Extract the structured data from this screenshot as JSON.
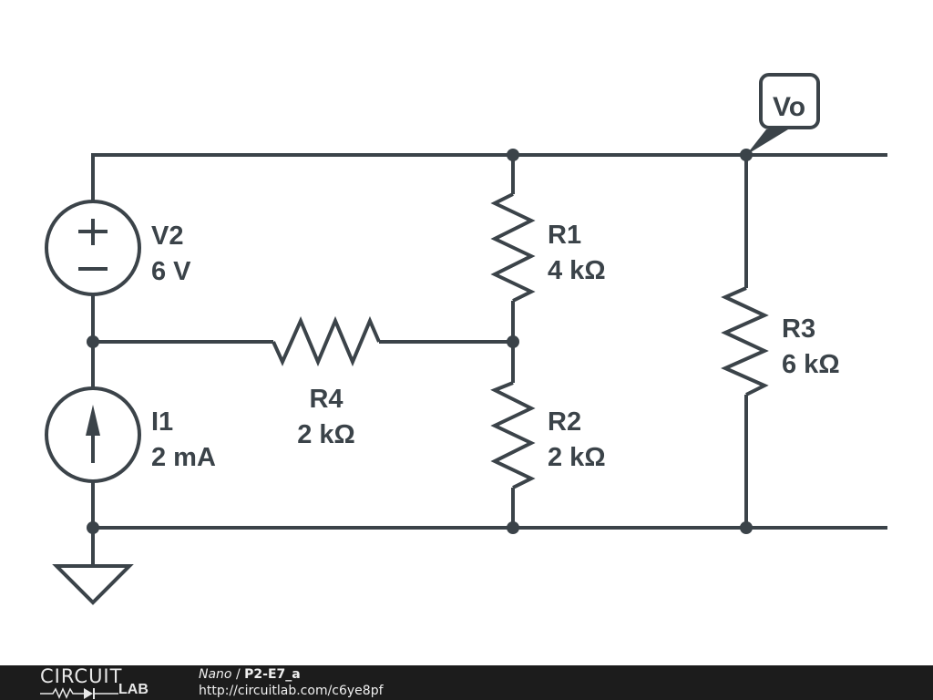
{
  "schematic": {
    "components": [
      {
        "id": "V2",
        "type": "voltage-source",
        "name": "V2",
        "value": "6 V"
      },
      {
        "id": "I1",
        "type": "current-source",
        "name": "I1",
        "value": "2 mA"
      },
      {
        "id": "R1",
        "type": "resistor",
        "name": "R1",
        "value": "4 kΩ"
      },
      {
        "id": "R2",
        "type": "resistor",
        "name": "R2",
        "value": "2 kΩ"
      },
      {
        "id": "R3",
        "type": "resistor",
        "name": "R3",
        "value": "6 kΩ"
      },
      {
        "id": "R4",
        "type": "resistor",
        "name": "R4",
        "value": "2 kΩ"
      }
    ],
    "probe": {
      "label": "Vo"
    },
    "ground": {
      "symbol": "ground-icon"
    }
  },
  "footer": {
    "logo_top": "CIRCUIT",
    "logo_bottom": "LAB",
    "user": "Nano",
    "separator": " / ",
    "title": "P2-E7_a",
    "url": "http://circuitlab.com/c6ye8pf"
  },
  "colors": {
    "ink": "#3b4349",
    "footer_bg": "#1c1c1c",
    "background": "#ffffff"
  }
}
